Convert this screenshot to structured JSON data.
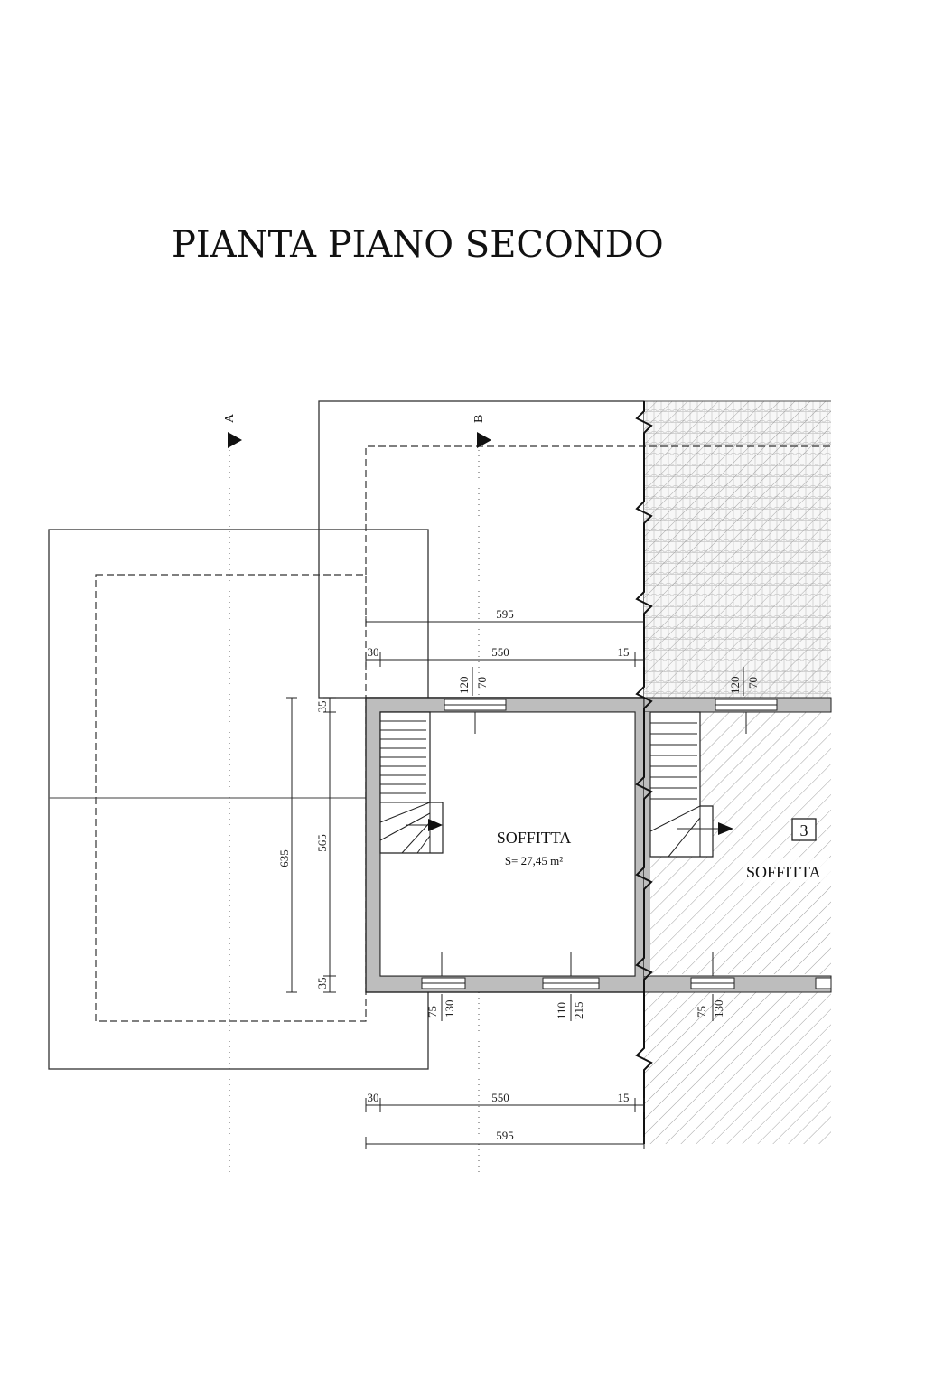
{
  "title": "PIANTA PIANO SECONDO",
  "sections": {
    "a": "A",
    "b": "B"
  },
  "room": {
    "name": "SOFFITTA",
    "area": "S= 27,45 m²"
  },
  "neighbor": {
    "name": "SOFFITTA",
    "unit_number": "3"
  },
  "dimensions": {
    "top_total": "595",
    "top_left": "30",
    "top_mid": "550",
    "top_right": "15",
    "bottom_left": "30",
    "bottom_mid": "550",
    "bottom_right": "15",
    "bottom_total": "595",
    "height_outer": "635",
    "height_inner": "565",
    "wall_top": "35",
    "wall_bottom": "35"
  },
  "openings": {
    "top_window_main": [
      "120",
      "70"
    ],
    "top_window_neighbor": [
      "120",
      "70"
    ],
    "bottom_window_1": [
      "75",
      "130"
    ],
    "bottom_window_2": [
      "110",
      "215"
    ],
    "bottom_window_neighbor": [
      "75",
      "130"
    ]
  },
  "colors": {
    "roof_tile": "#dcdcdc",
    "wall": "#bdbdbd",
    "hatch": "#888888",
    "line": "#222222"
  }
}
